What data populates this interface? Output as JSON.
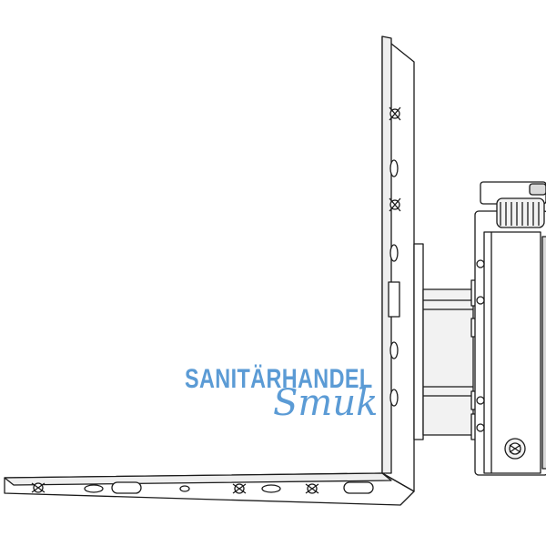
{
  "image": {
    "subject": "hinge bracket",
    "colors": {
      "line": "#1a1a1a",
      "fill": "#ffffff",
      "shade": "#d9d9d9",
      "watermark": "#5b9bd5"
    }
  },
  "watermark": {
    "line1": "SANITÄRHANDEL",
    "line2": "Smuk"
  }
}
